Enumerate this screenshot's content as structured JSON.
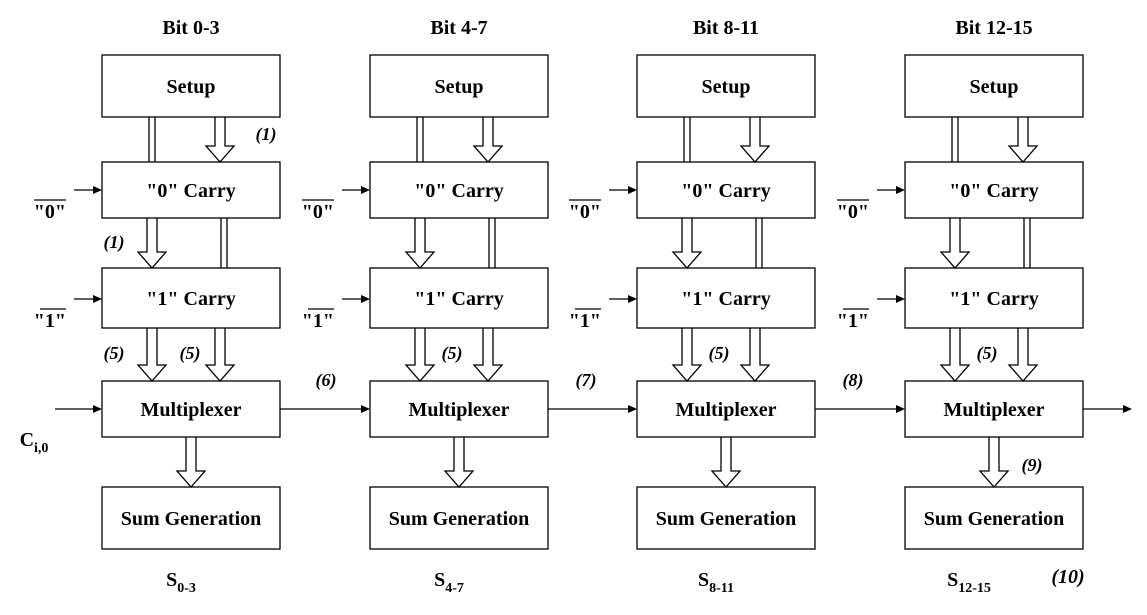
{
  "stages": [
    {
      "header": "Bit 0-3",
      "output_main": "S",
      "output_sub": "0-3"
    },
    {
      "header": "Bit 4-7",
      "output_main": "S",
      "output_sub": "4-7"
    },
    {
      "header": "Bit 8-11",
      "output_main": "S",
      "output_sub": "8-11"
    },
    {
      "header": "Bit 12-15",
      "output_main": "S",
      "output_sub": "12-15"
    }
  ],
  "blocks": {
    "setup": "Setup",
    "carry0": "\"0\" Carry",
    "carry1": "\"1\" Carry",
    "mux": "Multiplexer",
    "sum": "Sum Generation"
  },
  "inputs": {
    "zero": "\"0\"",
    "one": "\"1\"",
    "carry_in_main": "C",
    "carry_in_sub": "i,0"
  },
  "delays": {
    "setup_to_carry0": "(1)",
    "carry0_to_carry1_first": "(1)",
    "carry0_path_first": "(5)",
    "carry1_path": "(5)",
    "mux_out_stage1": "(6)",
    "mux_out_stage2": "(7)",
    "mux_out_stage3": "(8)",
    "mux_to_sum_last": "(9)",
    "final_sum": "(10)"
  }
}
